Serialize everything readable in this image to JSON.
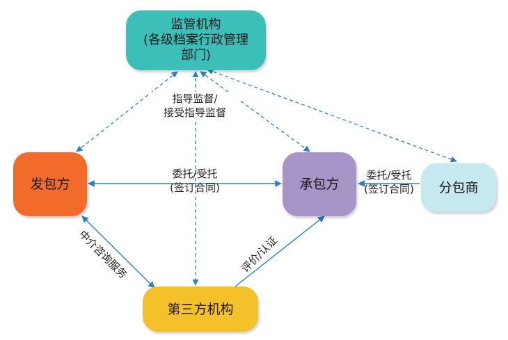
{
  "nodes": {
    "supervisor": {
      "line1": "监管机构",
      "line2": "(各级档案行政管理",
      "line3": "部门)"
    },
    "employer": {
      "label": "发包方"
    },
    "contractor": {
      "label": "承包方"
    },
    "subcontractor": {
      "label": "分包商"
    },
    "third_party": {
      "label": "第三方机构"
    }
  },
  "edges": {
    "guidance": {
      "line1": "指导监督/",
      "line2": "接受指导监督"
    },
    "entrust_main": {
      "line1": "委托/受托",
      "line2": "(签订合同)"
    },
    "entrust_sub": {
      "line1": "委托/受托",
      "line2": "(签订合同)"
    },
    "consulting": {
      "label": "中介咨询服务"
    },
    "evaluation": {
      "label": "评价/认证"
    }
  },
  "colors": {
    "supervisor": "#3cbfb8",
    "employer": "#f26b2a",
    "contractor": "#a895c7",
    "subcontractor": "#c6e9ef",
    "third_party": "#f5c12a",
    "arrow": "#2f7fc1"
  }
}
